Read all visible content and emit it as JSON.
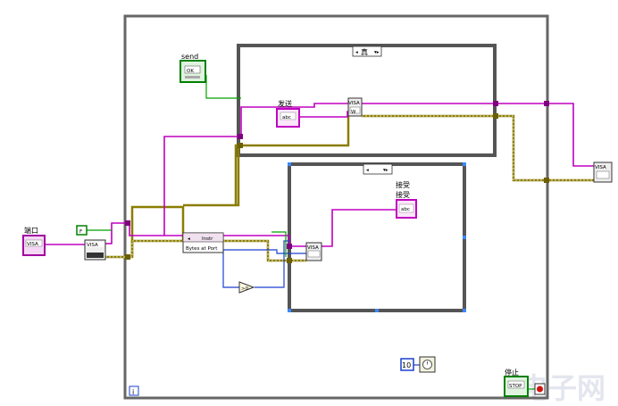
{
  "controls": {
    "send_label": "send",
    "send_button_text": "OK",
    "port_label": "端口",
    "port_control_text": "VISA",
    "false_constant": "F",
    "loop_iteration": "i",
    "timer_constant": "10",
    "stop_label": "停止",
    "stop_button_text": "STOP"
  },
  "case_structures": {
    "top_selector": "真",
    "bottom_selector": "",
    "send_indicator_label": "发送",
    "send_string_text": "abc",
    "receive_label_1": "接受",
    "receive_label_2": "接受",
    "receive_string_text": "abc"
  },
  "nodes": {
    "visa_config_text": "VISA",
    "property_node_instr": "Instr",
    "property_node_bytes": "Bytes at Port",
    "visa_write_text": "VISA",
    "visa_read_text": "VISA",
    "visa_close_text": "VISA"
  },
  "watermark": {
    "text": "电子网"
  },
  "colors": {
    "visa_wire": "#c000c0",
    "error_wire": "#8b7d00",
    "number_wire": "#1a3fd0",
    "bool_wire": "#008000",
    "structure_border": "#555555"
  }
}
